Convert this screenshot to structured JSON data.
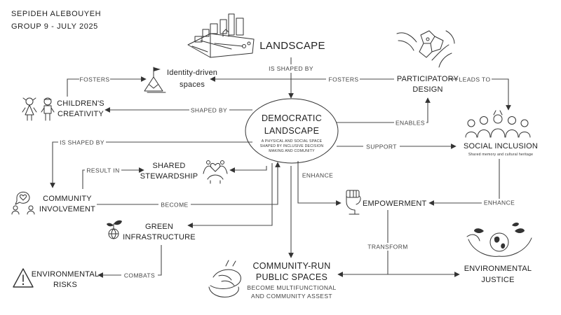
{
  "author": {
    "name": "SEPIDEH ALEBOUYEH",
    "group": "GROUP 9 - JULY 2025"
  },
  "nodes": {
    "landscape": "LANDSCAPE",
    "identity_line1": "Identity-driven",
    "identity_line2": "spaces",
    "participatory_line1": "PARTICIPATORY",
    "participatory_line2": "DESIGN",
    "childrens_line1": "CHILDREN'S",
    "childrens_line2": "CREATIVITY",
    "democratic_line1": "DEMOCRATIC",
    "democratic_line2": "LANDSCAPE",
    "democratic_sub1": "A PHYSICAL AND SOCIAL SPACE",
    "democratic_sub2": "SHAPED BY INCLUSIVE DECISION",
    "democratic_sub3": "MAKING AND COMUNITY",
    "social_inclusion": "SOCIAL INCLUSION",
    "social_inclusion_sub": "Shared memory and cultural heritage",
    "shared_line1": "SHARED",
    "shared_line2": "STEWARDSHIP",
    "community_line1": "COMMUNITY",
    "community_line2": "INVOLVEMENT",
    "empowerment": "EMPOWERMENT",
    "green_line1": "GREEN",
    "green_line2": "INFRASTRUCTURE",
    "env_risks_line1": "ENVIRONMENTAL",
    "env_risks_line2": "RISKS",
    "public_line1": "COMMUNITY-RUN",
    "public_line2": "PUBLIC SPACES",
    "public_sub1": "BECOME MULTIFUNCTIONAL",
    "public_sub2": "AND  COMMUNITY ASSEST",
    "env_justice_line1": "ENVIRONMENTAL",
    "env_justice_line2": "JUSTICE"
  },
  "edges": {
    "is_shaped_by_1": "IS SHAPED BY",
    "fosters_1": "FOSTERS",
    "fosters_2": "FOSTERS",
    "leads_to": "LEADS TO",
    "shaped_by": "SHAPED BY",
    "enables": "ENABLES",
    "is_shaped_by_2": "IS SHAPED BY",
    "support": "SUPPORT",
    "result_in": "RESULT IN",
    "enhance_1": "ENHANCE",
    "become": "BECOME",
    "enhance_2": "ENHANCE",
    "transform": "TRANSFORM",
    "combats": "COMBATS"
  }
}
